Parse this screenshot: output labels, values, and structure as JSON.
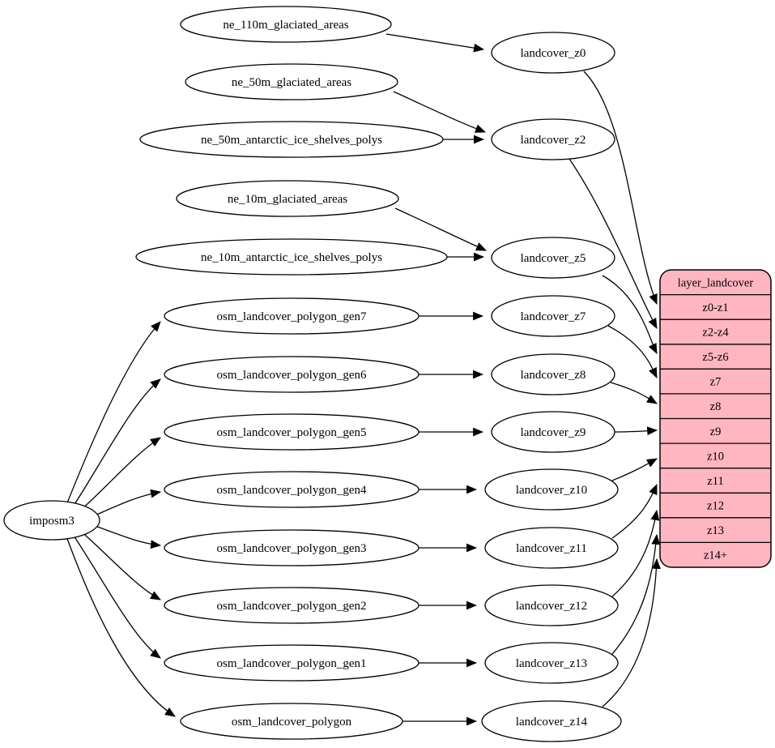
{
  "colors": {
    "background": "#ffffff",
    "node_fill": "#ffffff",
    "node_stroke": "#000000",
    "edge_color": "#000000",
    "record_fill": "#ffb6c1"
  },
  "importer": {
    "label": "imposm3"
  },
  "sources": [
    "ne_110m_glaciated_areas",
    "ne_50m_glaciated_areas",
    "ne_50m_antarctic_ice_shelves_polys",
    "ne_10m_glaciated_areas",
    "ne_10m_antarctic_ice_shelves_polys",
    "osm_landcover_polygon_gen7",
    "osm_landcover_polygon_gen6",
    "osm_landcover_polygon_gen5",
    "osm_landcover_polygon_gen4",
    "osm_landcover_polygon_gen3",
    "osm_landcover_polygon_gen2",
    "osm_landcover_polygon_gen1",
    "osm_landcover_polygon"
  ],
  "stages": [
    "landcover_z0",
    "landcover_z2",
    "landcover_z5",
    "landcover_z7",
    "landcover_z8",
    "landcover_z9",
    "landcover_z10",
    "landcover_z11",
    "landcover_z12",
    "landcover_z13",
    "landcover_z14"
  ],
  "record": {
    "title": "layer_landcover",
    "rows": [
      "z0-z1",
      "z2-z4",
      "z5-z6",
      "z7",
      "z8",
      "z9",
      "z10",
      "z11",
      "z12",
      "z13",
      "z14+"
    ]
  },
  "edges": [
    "imposm3 -> osm_landcover_polygon_gen7",
    "imposm3 -> osm_landcover_polygon_gen6",
    "imposm3 -> osm_landcover_polygon_gen5",
    "imposm3 -> osm_landcover_polygon_gen4",
    "imposm3 -> osm_landcover_polygon_gen3",
    "imposm3 -> osm_landcover_polygon_gen2",
    "imposm3 -> osm_landcover_polygon_gen1",
    "imposm3 -> osm_landcover_polygon",
    "ne_110m_glaciated_areas -> landcover_z0",
    "ne_50m_glaciated_areas -> landcover_z2",
    "ne_50m_antarctic_ice_shelves_polys -> landcover_z2",
    "ne_10m_glaciated_areas -> landcover_z5",
    "ne_10m_antarctic_ice_shelves_polys -> landcover_z5",
    "osm_landcover_polygon_gen7 -> landcover_z7",
    "osm_landcover_polygon_gen6 -> landcover_z8",
    "osm_landcover_polygon_gen5 -> landcover_z9",
    "osm_landcover_polygon_gen4 -> landcover_z10",
    "osm_landcover_polygon_gen3 -> landcover_z11",
    "osm_landcover_polygon_gen2 -> landcover_z12",
    "osm_landcover_polygon_gen1 -> landcover_z13",
    "osm_landcover_polygon -> landcover_z14",
    "landcover_z0 -> layer_landcover:z0-z1",
    "landcover_z2 -> layer_landcover:z2-z4",
    "landcover_z5 -> layer_landcover:z5-z6",
    "landcover_z7 -> layer_landcover:z7",
    "landcover_z8 -> layer_landcover:z8",
    "landcover_z9 -> layer_landcover:z9",
    "landcover_z10 -> layer_landcover:z10",
    "landcover_z11 -> layer_landcover:z11",
    "landcover_z12 -> layer_landcover:z12",
    "landcover_z13 -> layer_landcover:z13",
    "landcover_z14 -> layer_landcover:z14+"
  ]
}
